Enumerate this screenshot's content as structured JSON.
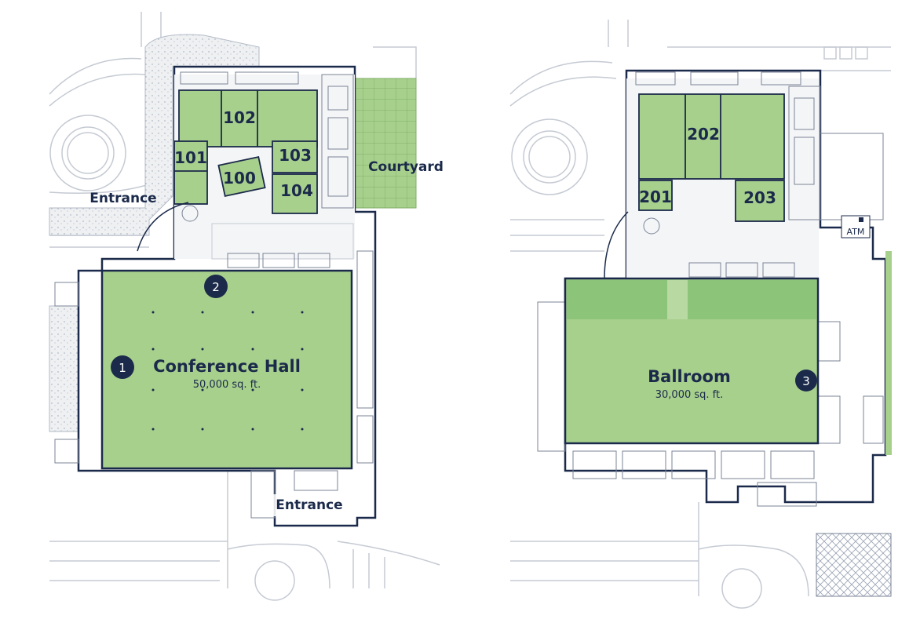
{
  "colors": {
    "room_fill": "#a8d08d",
    "room_fill_dark": "#8cc47a",
    "wall": "#1b2a4a",
    "marker": "#1b2a4a",
    "line": "#9aa3b5",
    "ground": "#e4e6ea"
  },
  "floor1": {
    "rooms": {
      "r100": "100",
      "r101": "101",
      "r102": "102",
      "r103": "103",
      "r104": "104"
    },
    "courtyard": "Courtyard",
    "entrance_west": "Entrance",
    "entrance_south": "Entrance",
    "hall_name": "Conference Hall",
    "hall_area": "50,000 sq. ft.",
    "marker_1": "1",
    "marker_2": "2"
  },
  "floor2": {
    "rooms": {
      "r201": "201",
      "r202": "202",
      "r203": "203"
    },
    "atm": "ATM",
    "ballroom_name": "Ballroom",
    "ballroom_area": "30,000 sq. ft.",
    "marker_3": "3"
  }
}
